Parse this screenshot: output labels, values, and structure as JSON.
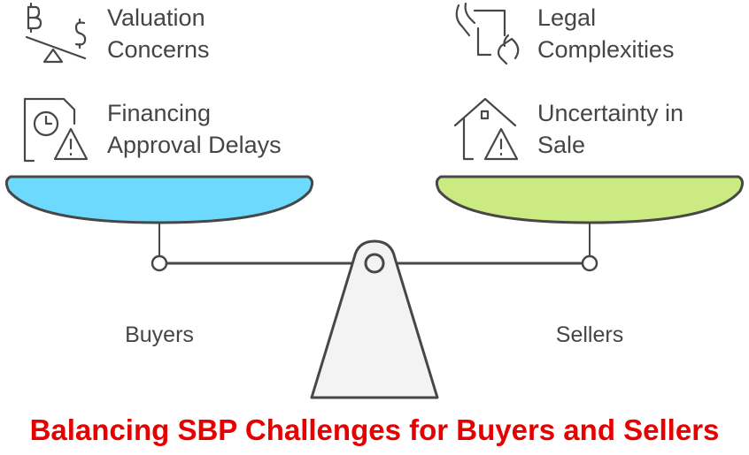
{
  "title": "Balancing SBP Challenges for Buyers and Sellers",
  "buyers": {
    "label": "Buyers",
    "color": "#6cd9fd",
    "items": [
      {
        "icon": "valuation-scale-icon",
        "line1": "Valuation",
        "line2": "Concerns"
      },
      {
        "icon": "financing-delay-icon",
        "line1": "Financing",
        "line2": "Approval Delays"
      }
    ]
  },
  "sellers": {
    "label": "Sellers",
    "color": "#cbea81",
    "items": [
      {
        "icon": "legal-document-icon",
        "line1": "Legal",
        "line2": "Complexities"
      },
      {
        "icon": "house-warning-icon",
        "line1": "Uncertainty in",
        "line2": "Sale"
      }
    ]
  }
}
